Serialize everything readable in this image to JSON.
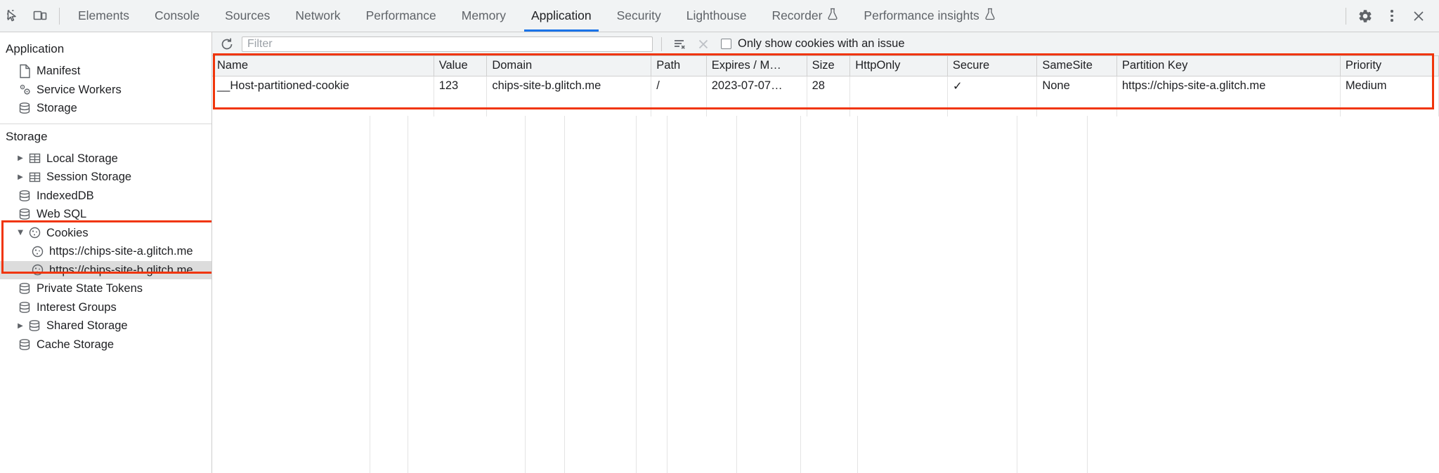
{
  "toolbar": {
    "inspect_icon": "inspect-element-icon",
    "device_icon": "device-toolbar-icon",
    "tabs": [
      {
        "label": "Elements",
        "active": false,
        "experimental": false
      },
      {
        "label": "Console",
        "active": false,
        "experimental": false
      },
      {
        "label": "Sources",
        "active": false,
        "experimental": false
      },
      {
        "label": "Network",
        "active": false,
        "experimental": false
      },
      {
        "label": "Performance",
        "active": false,
        "experimental": false
      },
      {
        "label": "Memory",
        "active": false,
        "experimental": false
      },
      {
        "label": "Application",
        "active": true,
        "experimental": false
      },
      {
        "label": "Security",
        "active": false,
        "experimental": false
      },
      {
        "label": "Lighthouse",
        "active": false,
        "experimental": false
      },
      {
        "label": "Recorder",
        "active": false,
        "experimental": true
      },
      {
        "label": "Performance insights",
        "active": false,
        "experimental": true
      }
    ],
    "settings_icon": "gear-icon",
    "more_icon": "more-vertical-icon",
    "close_icon": "close-icon",
    "active_tab_color": "#1a73e8"
  },
  "sidebar": {
    "application_title": "Application",
    "application_items": [
      {
        "label": "Manifest",
        "icon": "manifest-document-icon",
        "indent": 1,
        "twisty": false,
        "selected": false
      },
      {
        "label": "Service Workers",
        "icon": "service-workers-gears-icon",
        "indent": 1,
        "twisty": false,
        "selected": false
      },
      {
        "label": "Storage",
        "icon": "database-icon",
        "indent": 1,
        "twisty": false,
        "selected": false
      }
    ],
    "storage_title": "Storage",
    "storage_items": [
      {
        "label": "Local Storage",
        "icon": "table-grid-icon",
        "indent": 1,
        "twisty": "closed",
        "selected": false
      },
      {
        "label": "Session Storage",
        "icon": "table-grid-icon",
        "indent": 1,
        "twisty": "closed",
        "selected": false
      },
      {
        "label": "IndexedDB",
        "icon": "database-icon",
        "indent": 1,
        "twisty": false,
        "selected": false
      },
      {
        "label": "Web SQL",
        "icon": "database-icon",
        "indent": 1,
        "twisty": false,
        "selected": false
      },
      {
        "label": "Cookies",
        "icon": "cookie-icon",
        "indent": 1,
        "twisty": "open",
        "selected": false
      },
      {
        "label": "https://chips-site-a.glitch.me",
        "icon": "cookie-icon",
        "indent": 2,
        "twisty": false,
        "selected": false
      },
      {
        "label": "https://chips-site-b.glitch.me",
        "icon": "cookie-icon",
        "indent": 2,
        "twisty": false,
        "selected": true
      },
      {
        "label": "Private State Tokens",
        "icon": "database-icon",
        "indent": 1,
        "twisty": false,
        "selected": false
      },
      {
        "label": "Interest Groups",
        "icon": "database-icon",
        "indent": 1,
        "twisty": false,
        "selected": false
      },
      {
        "label": "Shared Storage",
        "icon": "database-icon",
        "indent": 1,
        "twisty": "closed",
        "selected": false
      },
      {
        "label": "Cache Storage",
        "icon": "database-icon",
        "indent": 1,
        "twisty": false,
        "selected": false
      }
    ]
  },
  "filterbar": {
    "refresh_icon": "refresh-icon",
    "filter_placeholder": "Filter",
    "filter_value": "",
    "clear_filtered_icon": "clear-filtered-cookies-icon",
    "clear_all_icon": "clear-all-cookies-icon",
    "checkbox_label": "Only show cookies with an issue",
    "checkbox_checked": false
  },
  "cookies_table": {
    "columns": [
      "Name",
      "Value",
      "Domain",
      "Path",
      "Expires / M…",
      "Size",
      "HttpOnly",
      "Secure",
      "SameSite",
      "Partition Key",
      "Priority"
    ],
    "rows": [
      {
        "Name": "__Host-partitioned-cookie",
        "Value": "123",
        "Domain": "chips-site-b.glitch.me",
        "Path": "/",
        "Expires / M…": "2023-07-07…",
        "Size": "28",
        "HttpOnly": "",
        "Secure": "✓",
        "SameSite": "None",
        "Partition Key": "https://chips-site-a.glitch.me",
        "Priority": "Medium"
      }
    ]
  },
  "annotations": {
    "highlight_color": "#f0350a",
    "regions": [
      {
        "name": "cookies-tree-highlight"
      },
      {
        "name": "cookie-table-highlight"
      }
    ]
  }
}
